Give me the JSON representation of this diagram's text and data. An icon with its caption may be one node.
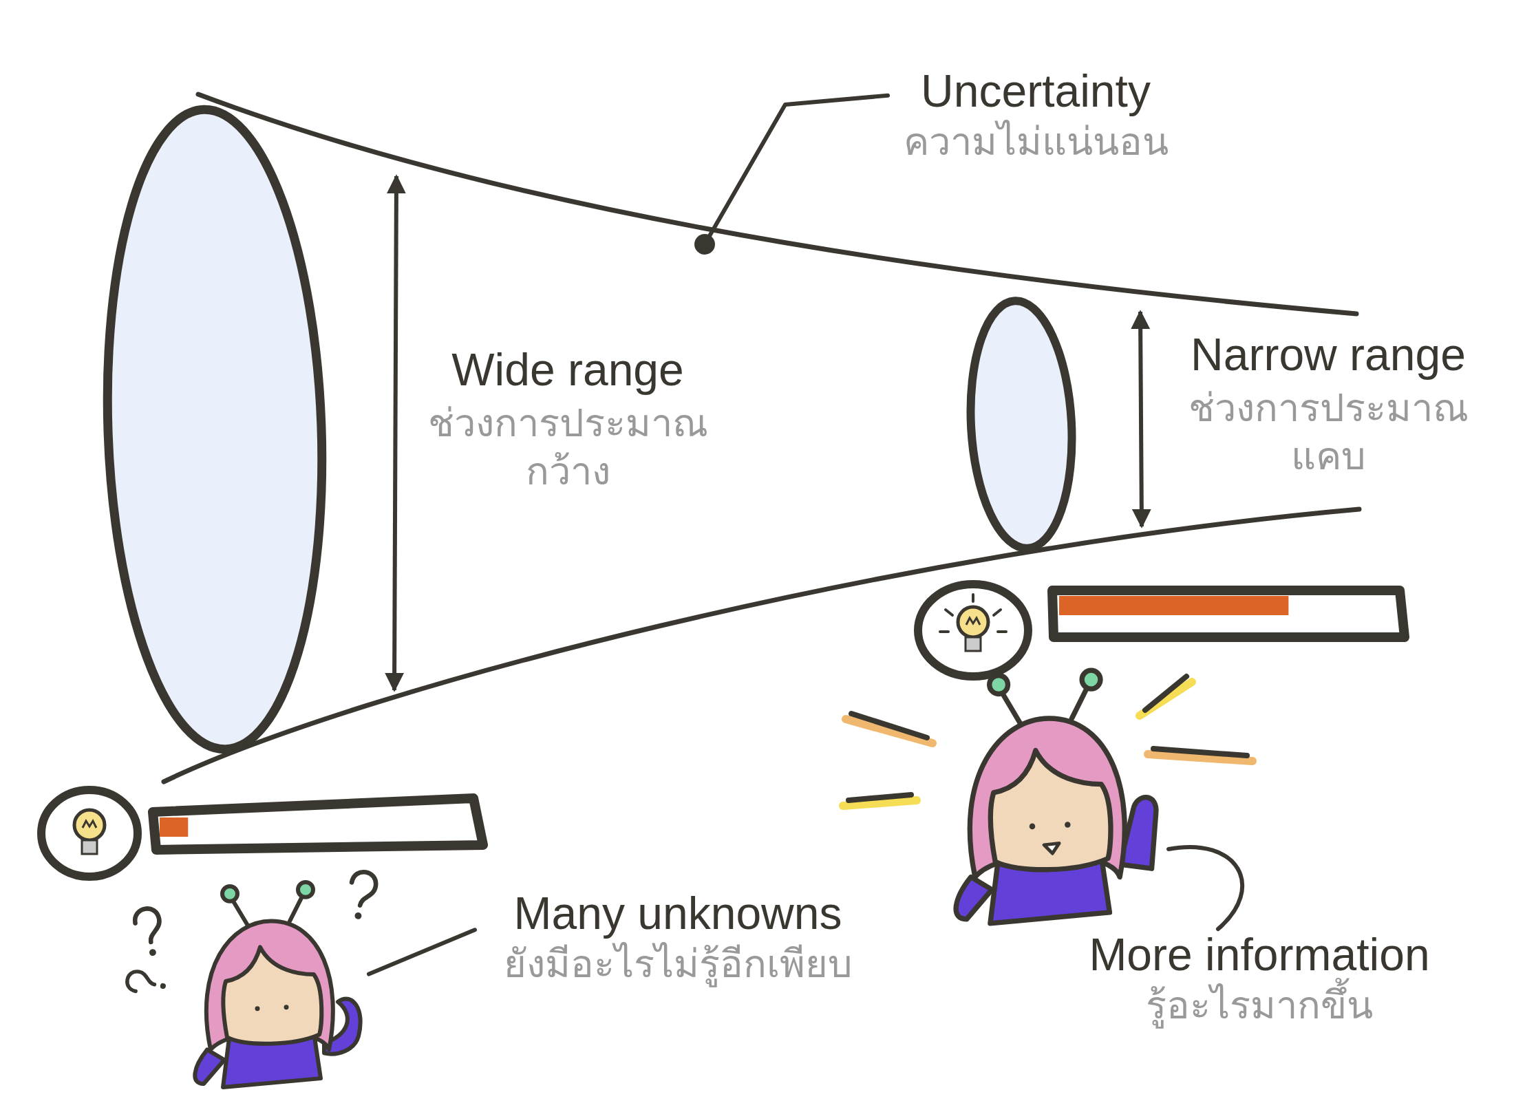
{
  "diagram": {
    "nodes": [
      {
        "text": [
          "Uncertainty",
          "ความไม่แน่นอน"
        ]
      },
      {
        "text": [],
        "shape": "person"
      },
      {
        "text": [
          "Many unknowns",
          "ยังมีอะไรไม่รู้อีกเพียบ"
        ]
      },
      {
        "text": [],
        "shape": "person"
      },
      {
        "text": [
          "More information",
          "รู้อะไรมากขึ้น"
        ]
      }
    ],
    "edges": [
      {
        "from": 0,
        "to": null,
        "arrow": "other"
      },
      {
        "from": 2,
        "to": 1,
        "arrow": "none"
      },
      {
        "from": 4,
        "to": 3,
        "arrow": "none"
      }
    ],
    "labels": [
      "Wide range",
      "ช่วงการประมาณกว้าง",
      "Narrow range",
      "ช่วงการประมาณแคบ"
    ]
  }
}
